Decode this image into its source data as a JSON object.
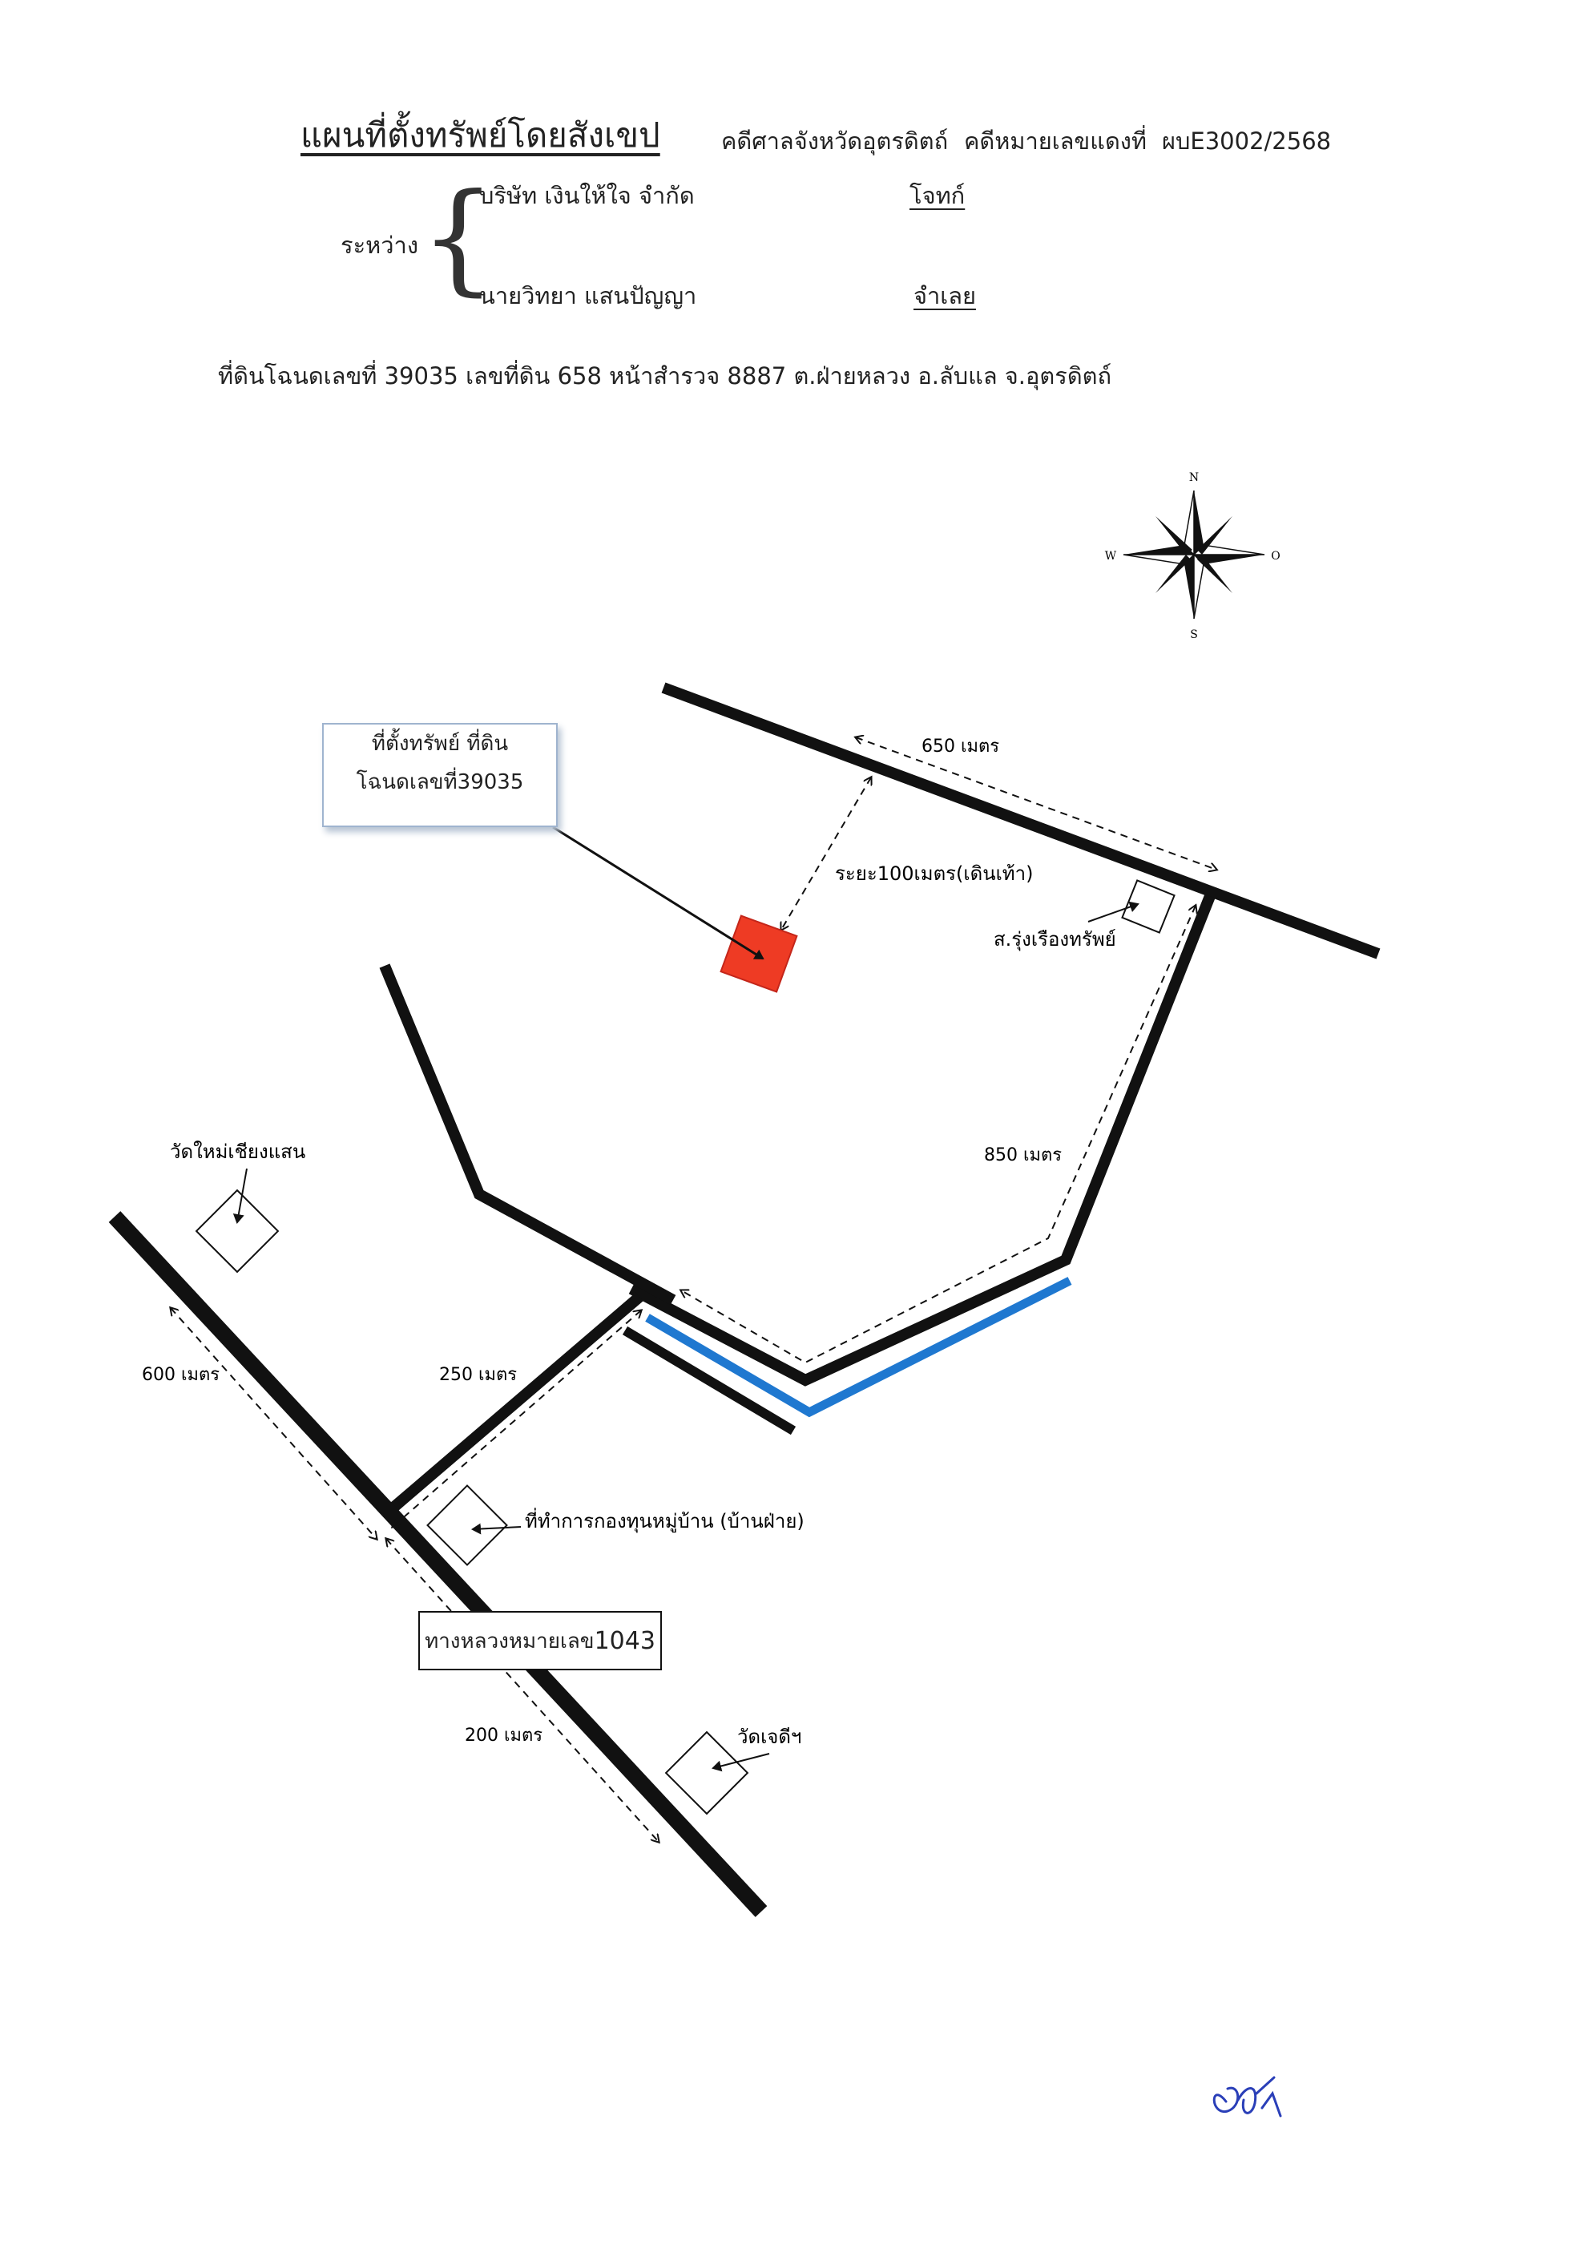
{
  "header": {
    "title": "แผนที่ตั้งทรัพย์โดยสังเขป",
    "court": "คดีศาลจังหวัดอุตรดิตถ์",
    "case_label": "คดีหมายเลขแดงที่",
    "case_no": "ผบE3002/2568",
    "between": "ระหว่าง",
    "party1": "บริษัท เงินให้ใจ   จำกัด",
    "role1": "โจทก์",
    "party2": "นายวิทยา แสนปัญญา",
    "role2": "จำเลย",
    "land_info": "ที่ดินโฉนดเลขที่ 39035   เลขที่ดิน 658   หน้าสำรวจ 8887  ต.ฝ่ายหลวง อ.ลับแล จ.อุตรดิตถ์"
  },
  "compass": {
    "n": "N",
    "s": "S",
    "w": "W",
    "e": "O"
  },
  "map": {
    "property_line1": "ที่ตั้งทรัพย์ ที่ดิน",
    "property_line2": "โฉนดเลขที่39035",
    "dist_650": "650 เมตร",
    "dist_100": "ระยะ100เมตร(เดินเท้า)",
    "shop": "ส.รุ่งเรืองทรัพย์",
    "dist_850": "850 เมตร",
    "temple_north": "วัดใหม่เชียงแสน",
    "dist_600": "600 เมตร",
    "dist_250": "250 เมตร",
    "village_office": "ที่ทำการกองทุนหมู่บ้าน (บ้านฝ่าย)",
    "highway_prefix": "ทางหลวงหมายเลข",
    "highway_no": "1043",
    "dist_200": "200 เมตร",
    "temple_south": "วัดเจดีฯ"
  },
  "colors": {
    "property": "#ee3b24",
    "river": "#1f78d0",
    "road": "#111111"
  }
}
